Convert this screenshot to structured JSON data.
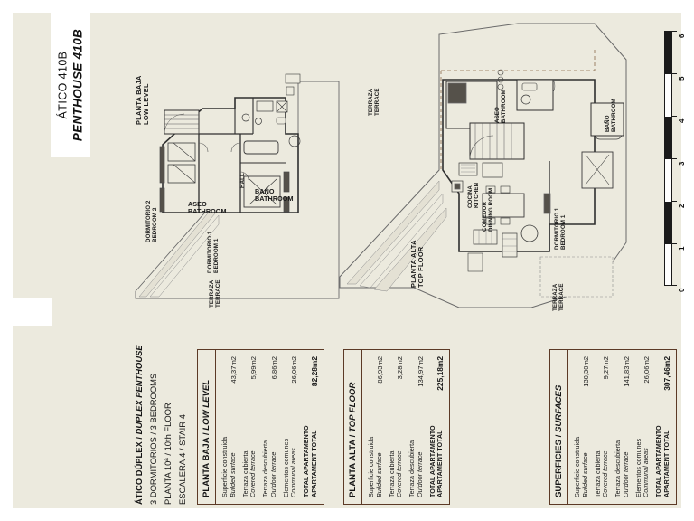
{
  "document": {
    "title_es": "ÁTICO 410B",
    "title_en": "PENTHOUSE 410B"
  },
  "description": {
    "line1_es": "ÁTICO DÚPLEX /",
    "line1_en": "DUPLEX PENTHOUSE",
    "line2": "3 DORMITORIOS / 3 BEDROOMS",
    "line3": "PLANTA 10ª / 10th FLOOR",
    "line4": "ESCALERA 4 / STAIR 4"
  },
  "plans": {
    "low": {
      "title_es": "PLANTA BAJA",
      "title_en": "LOW LEVEL",
      "rooms": [
        {
          "es": "DORMITORIO 2",
          "en": "BEDROOM 2"
        },
        {
          "es": "DORMITORIO 1",
          "en": "BEDROOM 1"
        },
        {
          "es": "ASEO",
          "en": "BATHROOM"
        },
        {
          "es": "BAÑO",
          "en": "BATHROOM"
        },
        {
          "es": "HALL",
          "en": ""
        },
        {
          "es": "TERRAZA",
          "en": "TERRACE"
        }
      ]
    },
    "top": {
      "title_es": "PLANTA ALTA",
      "title_en": "TOP FLOOR",
      "rooms": [
        {
          "es": "COMEDOR",
          "en": "DINNING ROOM"
        },
        {
          "es": "COCINA",
          "en": "KITCHEN"
        },
        {
          "es": "DORMITORIO 1",
          "en": "BEDROOM 1"
        },
        {
          "es": "ASEO",
          "en": "BATHROOM"
        },
        {
          "es": "BAÑO",
          "en": "BATHROOM"
        },
        {
          "es": "TERRAZA",
          "en": "TERRACE"
        },
        {
          "es": "TERRAZA",
          "en": "TERRACE"
        }
      ]
    }
  },
  "tables": [
    {
      "head_es": "PLANTA BAJA",
      "head_sep": " / ",
      "head_en": "LOW LEVEL",
      "rows": [
        {
          "es": "Superficie construida",
          "en": "Builded surface",
          "value": "43,37m2",
          "total": false
        },
        {
          "es": "Terraza cubierta",
          "en": "Covered terrace",
          "value": "5,99m2",
          "total": false
        },
        {
          "es": "Terraza descubierta",
          "en": "Outdoor terrace",
          "value": "6,86m2",
          "total": false
        },
        {
          "es": "Elementos comunes",
          "en": "Communal areas",
          "value": "26,06m2",
          "total": false
        },
        {
          "es": "TOTAL APARTAMENTO",
          "en": "APARTAMENT TOTAL",
          "value": "82,28m2",
          "total": true
        }
      ]
    },
    {
      "head_es": "PLANTA ALTA",
      "head_sep": " / ",
      "head_en": "TOP FLOOR",
      "rows": [
        {
          "es": "Superficie construida",
          "en": "Builded surface",
          "value": "86,93m2",
          "total": false
        },
        {
          "es": "Terraza cubierta",
          "en": "Covered terrace",
          "value": "3,28m2",
          "total": false
        },
        {
          "es": "Terraza descubierta",
          "en": "Outdoor terrace",
          "value": "134,97m2",
          "total": false
        },
        {
          "es": "TOTAL APARTAMENTO",
          "en": "APARTAMENT TOTAL",
          "value": "225,18m2",
          "total": true
        }
      ]
    },
    {
      "head_es": "SUPERFICIES",
      "head_sep": " / ",
      "head_en": "SURFACES",
      "rows": [
        {
          "es": "Superficie construida",
          "en": "Builded surface",
          "value": "130,30m2",
          "total": false
        },
        {
          "es": "Terraza cubierta",
          "en": "Covered terrace",
          "value": "9,27m2",
          "total": false
        },
        {
          "es": "Terraza descubierta",
          "en": "Outdoor terrace",
          "value": "141,83m2",
          "total": false
        },
        {
          "es": "Elementos comunes",
          "en": "Communal areas",
          "value": "26,06m2",
          "total": false
        },
        {
          "es": "TOTAL APARTAMENTO",
          "en": "APARTAMENT TOTAL",
          "value": "307,46m2",
          "total": true
        }
      ]
    }
  ],
  "scale": {
    "ticks": [
      "0",
      "1",
      "2",
      "3",
      "4",
      "5",
      "6"
    ],
    "unit_max": 6
  },
  "colors": {
    "page_bg": "#eceade",
    "margin": "#ffffff",
    "table_border": "#5c3a26",
    "ink": "#1a1a1a",
    "wall": "#3a3a3a",
    "wall_fill": "#55514a"
  }
}
